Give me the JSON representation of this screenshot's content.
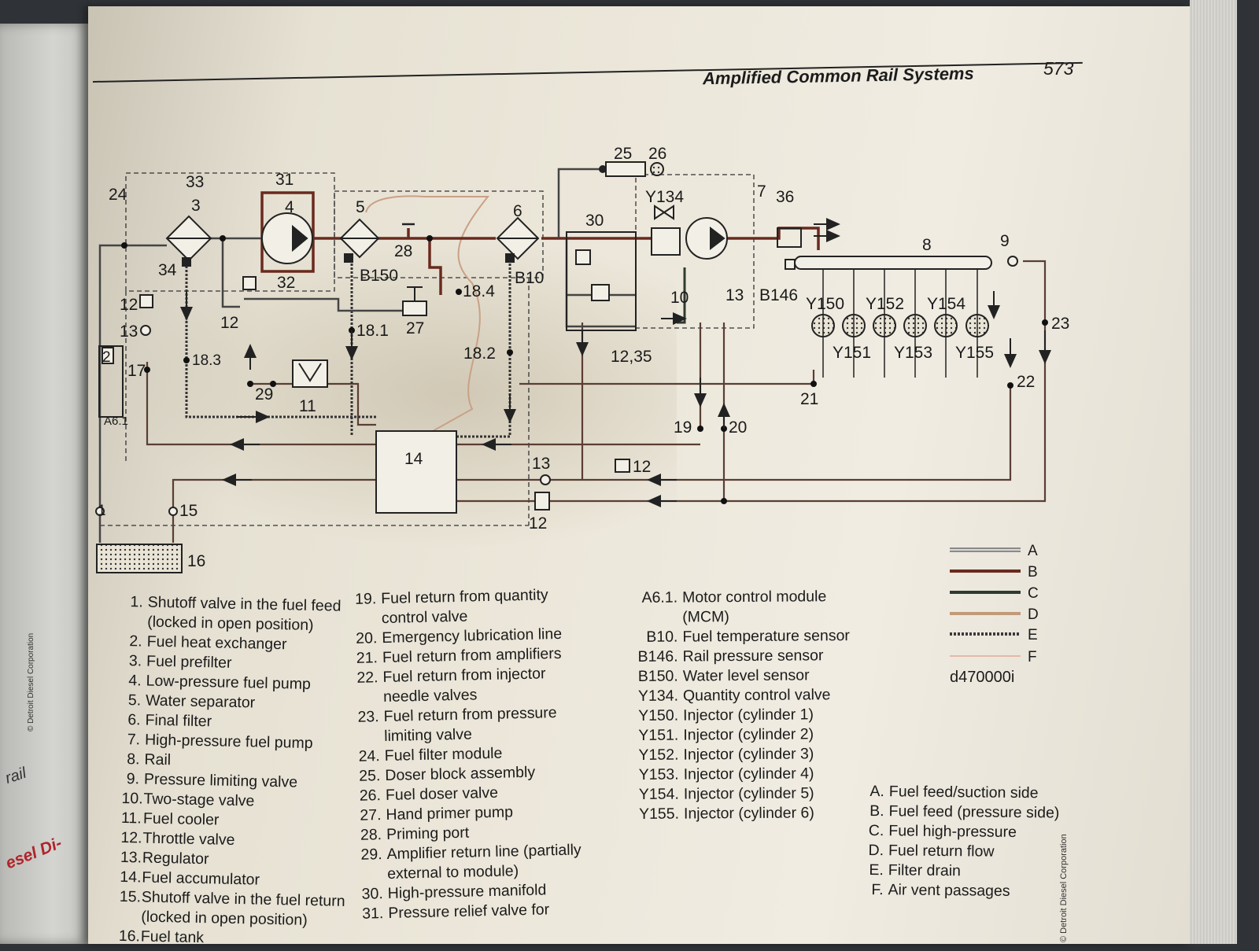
{
  "header": {
    "title": "Amplified Common Rail Systems",
    "page_number": "573"
  },
  "left_page": {
    "copyright": "© Detroit Diesel Corporation",
    "fragment_rail": "rail",
    "fragment_brand": "esel Di-"
  },
  "diagram": {
    "labels": [
      "1",
      "2",
      "3",
      "4",
      "5",
      "6",
      "7",
      "8",
      "9",
      "10",
      "11",
      "12",
      "12",
      "12",
      "12",
      "12,35",
      "13",
      "13",
      "13",
      "14",
      "15",
      "16",
      "17",
      "18.1",
      "18.2",
      "18.3",
      "18.4",
      "19",
      "20",
      "21",
      "22",
      "23",
      "24",
      "25",
      "26",
      "27",
      "28",
      "29",
      "30",
      "31",
      "32",
      "33",
      "34",
      "36",
      "A6.1",
      "B10",
      "B146",
      "B150",
      "Y134",
      "Y150",
      "Y151",
      "Y152",
      "Y153",
      "Y154",
      "Y155"
    ],
    "line_legend": [
      {
        "key": "A",
        "color": "#d8d8d8"
      },
      {
        "key": "B",
        "color": "#6a2a1e"
      },
      {
        "key": "C",
        "color": "#2f3a30"
      },
      {
        "key": "D",
        "color": "#c29a78"
      },
      {
        "key": "E",
        "color": "#3a3a3a"
      },
      {
        "key": "F",
        "color": "#e3b9a8"
      }
    ],
    "figure_id": "d470000i"
  },
  "legend": {
    "col1": [
      {
        "num": "1.",
        "text": "Shutoff valve in the fuel feed"
      },
      {
        "num": "",
        "text": "(locked in open position)"
      },
      {
        "num": "2.",
        "text": "Fuel heat exchanger"
      },
      {
        "num": "3.",
        "text": "Fuel prefilter"
      },
      {
        "num": "4.",
        "text": "Low-pressure fuel pump"
      },
      {
        "num": "5.",
        "text": "Water separator"
      },
      {
        "num": "6.",
        "text": "Final filter"
      },
      {
        "num": "7.",
        "text": "High-pressure fuel pump"
      },
      {
        "num": "8.",
        "text": "Rail"
      },
      {
        "num": "9.",
        "text": "Pressure limiting valve"
      },
      {
        "num": "10.",
        "text": "Two-stage valve"
      },
      {
        "num": "11.",
        "text": "Fuel cooler"
      },
      {
        "num": "12.",
        "text": "Throttle valve"
      },
      {
        "num": "13.",
        "text": "Regulator"
      },
      {
        "num": "14.",
        "text": "Fuel accumulator"
      },
      {
        "num": "15.",
        "text": "Shutoff valve in the fuel return"
      },
      {
        "num": "",
        "text": "(locked in open position)"
      },
      {
        "num": "16.",
        "text": "Fuel tank"
      }
    ],
    "col2": [
      {
        "num": "19.",
        "text": "Fuel return from quantity"
      },
      {
        "num": "",
        "text": "control valve"
      },
      {
        "num": "20.",
        "text": "Emergency lubrication line"
      },
      {
        "num": "21.",
        "text": "Fuel return from amplifiers"
      },
      {
        "num": "22.",
        "text": "Fuel return from injector"
      },
      {
        "num": "",
        "text": "needle valves"
      },
      {
        "num": "23.",
        "text": "Fuel return from pressure"
      },
      {
        "num": "",
        "text": "limiting valve"
      },
      {
        "num": "24.",
        "text": "Fuel filter module"
      },
      {
        "num": "25.",
        "text": "Doser block assembly"
      },
      {
        "num": "26.",
        "text": "Fuel doser valve"
      },
      {
        "num": "27.",
        "text": "Hand primer pump"
      },
      {
        "num": "28.",
        "text": "Priming port"
      },
      {
        "num": "29.",
        "text": "Amplifier return line (partially"
      },
      {
        "num": "",
        "text": "external to module)"
      },
      {
        "num": "30.",
        "text": "High-pressure manifold"
      },
      {
        "num": "31.",
        "text": "Pressure relief valve for"
      }
    ],
    "col3": [
      {
        "num": "A6.1.",
        "text": "Motor control module"
      },
      {
        "num": "",
        "text": "(MCM)"
      },
      {
        "num": "B10.",
        "text": "Fuel temperature sensor"
      },
      {
        "num": "B146.",
        "text": "Rail pressure sensor"
      },
      {
        "num": "B150.",
        "text": "Water level sensor"
      },
      {
        "num": "Y134.",
        "text": "Quantity control valve"
      },
      {
        "num": "Y150.",
        "text": "Injector (cylinder 1)"
      },
      {
        "num": "Y151.",
        "text": "Injector (cylinder 2)"
      },
      {
        "num": "Y152.",
        "text": "Injector (cylinder 3)"
      },
      {
        "num": "Y153.",
        "text": "Injector (cylinder 4)"
      },
      {
        "num": "Y154.",
        "text": "Injector (cylinder 5)"
      },
      {
        "num": "Y155.",
        "text": "Injector (cylinder 6)"
      }
    ],
    "col4": [
      {
        "num": "A.",
        "text": "Fuel feed/suction side"
      },
      {
        "num": "B.",
        "text": "Fuel feed (pressure side)"
      },
      {
        "num": "C.",
        "text": "Fuel high-pressure"
      },
      {
        "num": "D.",
        "text": "Fuel return flow"
      },
      {
        "num": "E.",
        "text": "Filter drain"
      },
      {
        "num": "F.",
        "text": "Air vent passages"
      }
    ]
  },
  "side_copyright": "© Detroit Diesel Corporation"
}
